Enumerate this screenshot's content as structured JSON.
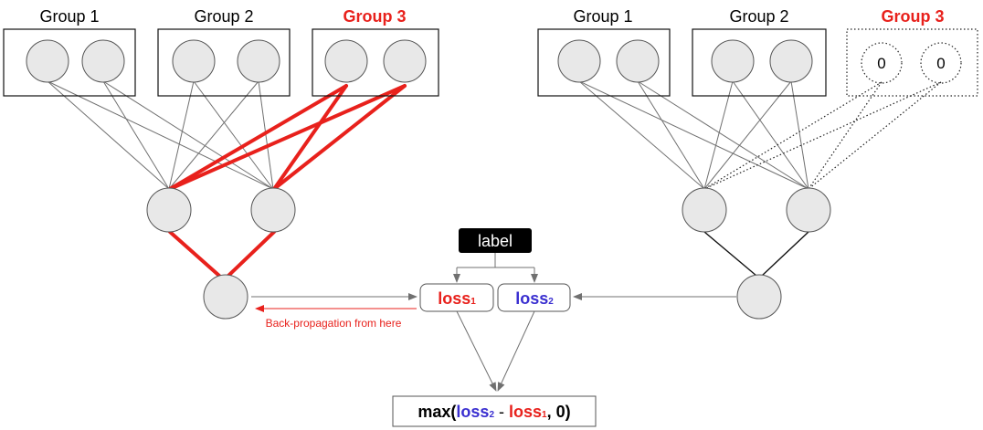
{
  "left_groups": [
    "Group 1",
    "Group 2",
    "Group 3"
  ],
  "right_groups": [
    "Group 1",
    "Group 2",
    "Group 3"
  ],
  "masked_values": [
    "0",
    "0"
  ],
  "label_box": "label",
  "loss1": {
    "base": "loss",
    "sub": "1"
  },
  "loss2": {
    "base": "loss",
    "sub": "2"
  },
  "backprop_text": "Back-propagation from here",
  "formula": {
    "prefix": "max(",
    "loss2_base": "loss",
    "loss2_sub": "2",
    "minus": " - ",
    "loss1_base": "loss",
    "loss1_sub": "1",
    "suffix": ", 0)"
  },
  "colors": {
    "highlight": "#e8211c",
    "loss2": "#3a2fd0",
    "node_fill": "#e8e8e8"
  }
}
